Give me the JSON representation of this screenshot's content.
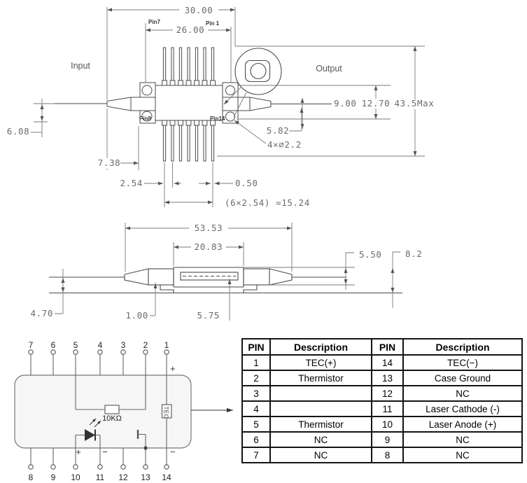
{
  "top_view": {
    "input_label": "Input",
    "output_label": "Output",
    "pin7_label": "Pin7",
    "pin1_label": "Pin 1",
    "pin8_label": "Pin8",
    "pin14_label": "Pin14",
    "dim_width_outer": "30.00",
    "dim_width_pins": "26.00",
    "dim_fiber_offset": "6.08",
    "dim_snout": "9.00",
    "dim_body_height": "12.70",
    "dim_overall": "43.5Max",
    "dim_hole_offset": "5.82",
    "holes_note": "4×∅2.2",
    "dim_pin_edge": "7.38",
    "dim_pin_pitch": "2.54",
    "dim_pin_width": "0.50",
    "dim_pin_span": "(6×2.54) =15.24"
  },
  "side_view": {
    "dim_overall_length": "53.53",
    "dim_body_length": "20.83",
    "dim_body_height": "5.50",
    "dim_overall_height": "8.2",
    "dim_fiber_height": "4.70",
    "dim_base_step": "1.00",
    "dim_body_stand": "5.75"
  },
  "schematic": {
    "top_pin_numbers": [
      "7",
      "6",
      "5",
      "4",
      "3",
      "2",
      "1"
    ],
    "bottom_pin_numbers": [
      "8",
      "9",
      "10",
      "11",
      "12",
      "13",
      "14"
    ],
    "resistor_label": "10KΩ",
    "tec_label": "TEC",
    "tec_plus": "+",
    "tec_minus": "−",
    "laser_plus": "+",
    "laser_minus": "−"
  },
  "pin_table": {
    "headers": [
      "PIN",
      "Description",
      "PIN",
      "Description"
    ],
    "rows": [
      [
        "1",
        "TEC(+)",
        "14",
        "TEC(−)"
      ],
      [
        "2",
        "Thermistor",
        "13",
        "Case Ground"
      ],
      [
        "3",
        "",
        "12",
        "NC"
      ],
      [
        "4",
        "",
        "11",
        "Laser Cathode (-)"
      ],
      [
        "5",
        "Thermistor",
        "10",
        "Laser Anode (+)"
      ],
      [
        "6",
        "NC",
        "9",
        "NC"
      ],
      [
        "7",
        "NC",
        "8",
        "NC"
      ]
    ]
  }
}
